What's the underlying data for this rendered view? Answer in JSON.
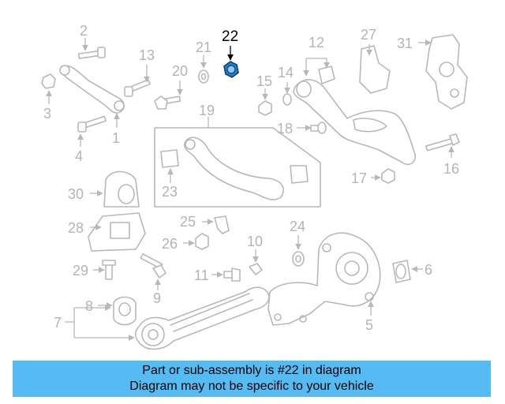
{
  "diagram": {
    "callouts": [
      "1",
      "2",
      "3",
      "4",
      "5",
      "6",
      "7",
      "8",
      "9",
      "10",
      "11",
      "12",
      "13",
      "14",
      "15",
      "16",
      "17",
      "18",
      "19",
      "20",
      "21",
      "22",
      "23",
      "24",
      "25",
      "26",
      "27",
      "28",
      "29",
      "30",
      "31"
    ],
    "highlighted_part": "22",
    "colors": {
      "parts": "#b8b8b8",
      "highlight": "#1a6fb5",
      "banner": "#55bbf2"
    }
  },
  "banner": {
    "line1": "Part or sub-assembly is #22 in diagram",
    "line2": "Diagram may not be specific to your vehicle"
  }
}
